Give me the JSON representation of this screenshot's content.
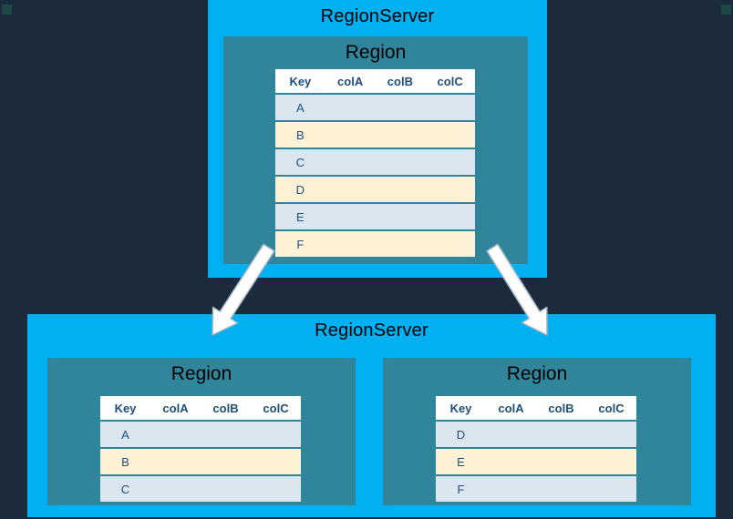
{
  "colors": {
    "background": "#1c2b3c",
    "region_server_fill": "#00b0f0",
    "region_fill": "#31859b",
    "table_header_bg": "#ffffff",
    "table_header_text": "#1f4e79",
    "row_alt_blue": "#dce6f1",
    "row_alt_cream": "#fdf2d5",
    "arrow_fill": "#ffffff"
  },
  "top_server": {
    "title": "RegionServer",
    "region": {
      "title": "Region",
      "table": {
        "headers": [
          "Key",
          "colA",
          "colB",
          "colC"
        ],
        "rows": [
          "A",
          "B",
          "C",
          "D",
          "E",
          "F"
        ]
      }
    }
  },
  "bottom_server": {
    "title": "RegionServer",
    "regions": [
      {
        "title": "Region",
        "table": {
          "headers": [
            "Key",
            "colA",
            "colB",
            "colC"
          ],
          "rows": [
            "A",
            "B",
            "C"
          ]
        }
      },
      {
        "title": "Region",
        "table": {
          "headers": [
            "Key",
            "colA",
            "colB",
            "colC"
          ],
          "rows": [
            "D",
            "E",
            "F"
          ]
        }
      }
    ]
  }
}
